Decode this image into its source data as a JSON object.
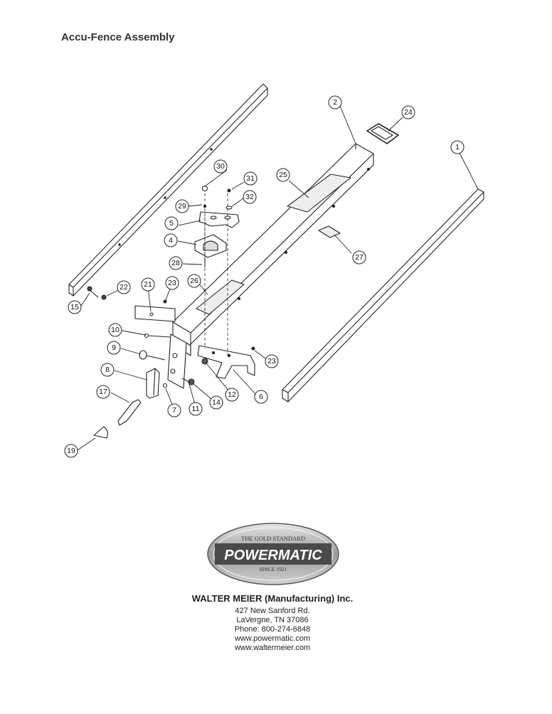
{
  "title": "Accu-Fence Assembly",
  "logo": {
    "tagline": "THE GOLD STANDARD",
    "brand": "POWERMATIC",
    "since": "SINCE 1921"
  },
  "company": {
    "name": "WALTER MEIER (Manufacturing) Inc.",
    "address_lines": [
      "427 New Sanford Rd.",
      "LaVergne, TN 37086",
      "Phone: 800-274-6848",
      "www.powermatic.com",
      "www.waltermeier.com"
    ]
  },
  "callouts": [
    "1",
    "2",
    "4",
    "5",
    "6",
    "7",
    "8",
    "9",
    "10",
    "11",
    "12",
    "14",
    "15",
    "17",
    "19",
    "21",
    "22",
    "23",
    "23",
    "24",
    "25",
    "26",
    "27",
    "28",
    "29",
    "30",
    "31",
    "32"
  ],
  "colors": {
    "ink": "#222222",
    "logo_silver": "#b8b8b8",
    "logo_dark": "#4a4a4a"
  }
}
